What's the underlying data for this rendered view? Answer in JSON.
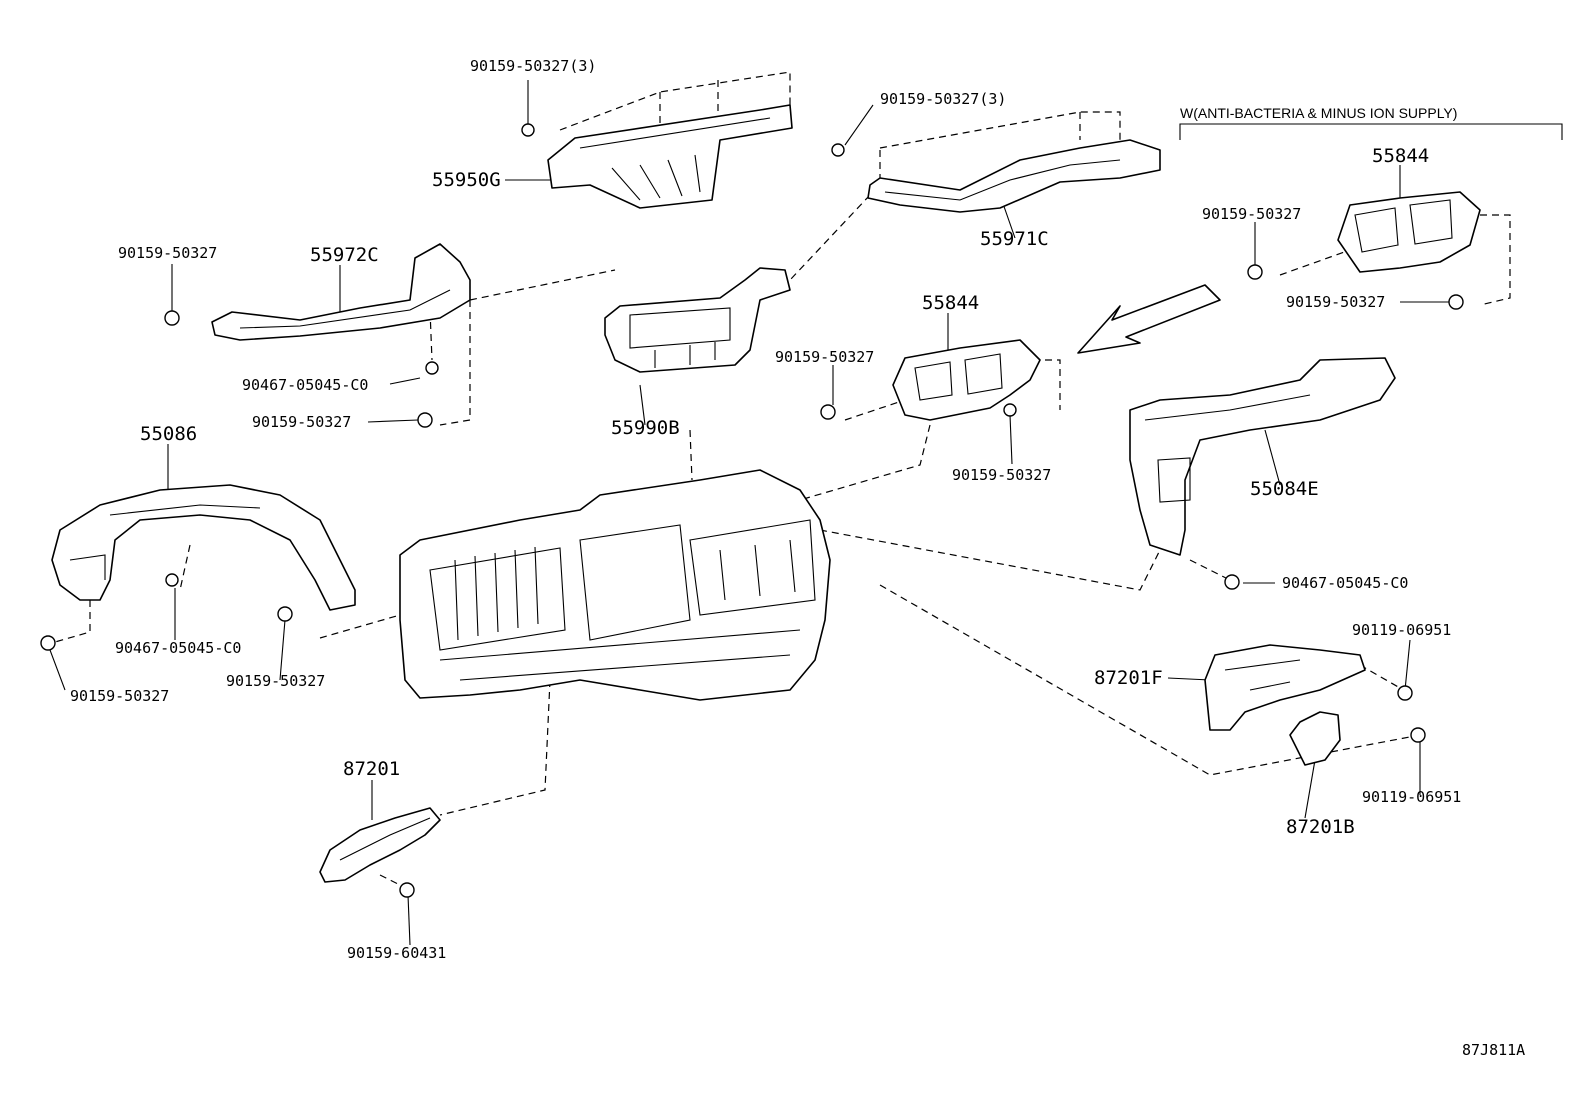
{
  "diagram": {
    "header_note": "W(ANTI-BACTERIA & MINUS ION SUPPLY)",
    "footer_code": "87J811A",
    "labels": {
      "p90159_50327_3_a": "90159-50327(3)",
      "p55950G": "55950G",
      "p90159_50327_3_b": "90159-50327(3)",
      "p55971C": "55971C",
      "p90159_50327_tl": "90159-50327",
      "p55972C": "55972C",
      "p90467_05045_C0_a": "90467-05045-C0",
      "p90159_50327_mid": "90159-50327",
      "p55990B": "55990B",
      "p90159_50327_c1": "90159-50327",
      "p55844_center": "55844",
      "p90159_50327_c2": "90159-50327",
      "p55844_right": "55844",
      "p90159_50327_r1": "90159-50327",
      "p90159_50327_r2": "90159-50327",
      "p55086": "55086",
      "p90467_05045_C0_b": "90467-05045-C0",
      "p90159_50327_l2": "90159-50327",
      "p90159_50327_l1": "90159-50327",
      "p55084E": "55084E",
      "p90467_05045_C0_c": "90467-05045-C0",
      "p90119_06951_a": "90119-06951",
      "p87201F": "87201F",
      "p90119_06951_b": "90119-06951",
      "p87201B": "87201B",
      "p87201": "87201",
      "p90159_60431": "90159-60431"
    }
  }
}
